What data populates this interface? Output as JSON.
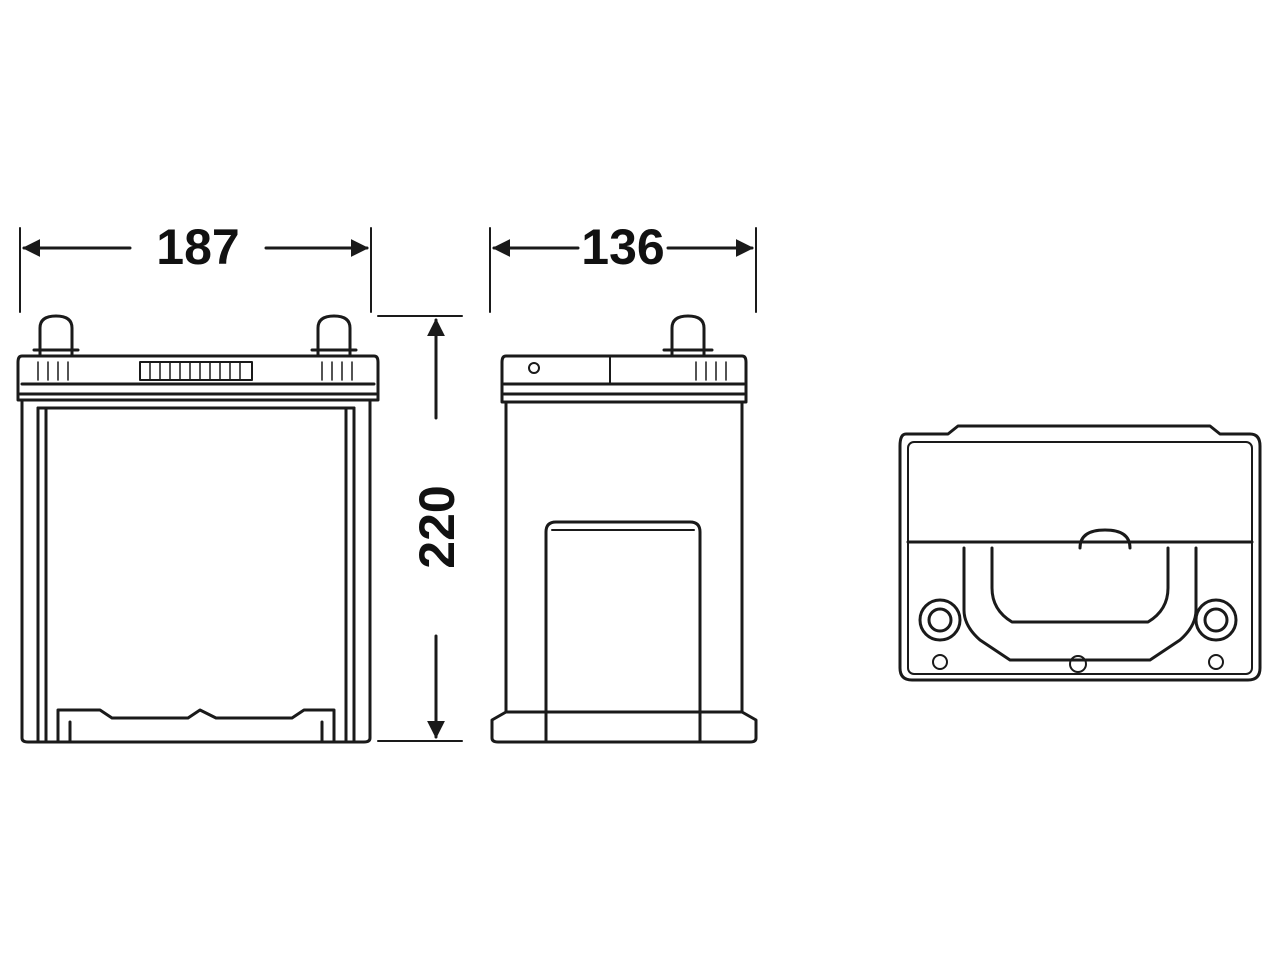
{
  "dimensions": {
    "length": "187",
    "width": "136",
    "height": "220"
  },
  "colors": {
    "line": "#1a1a1a",
    "background": "#ffffff"
  }
}
